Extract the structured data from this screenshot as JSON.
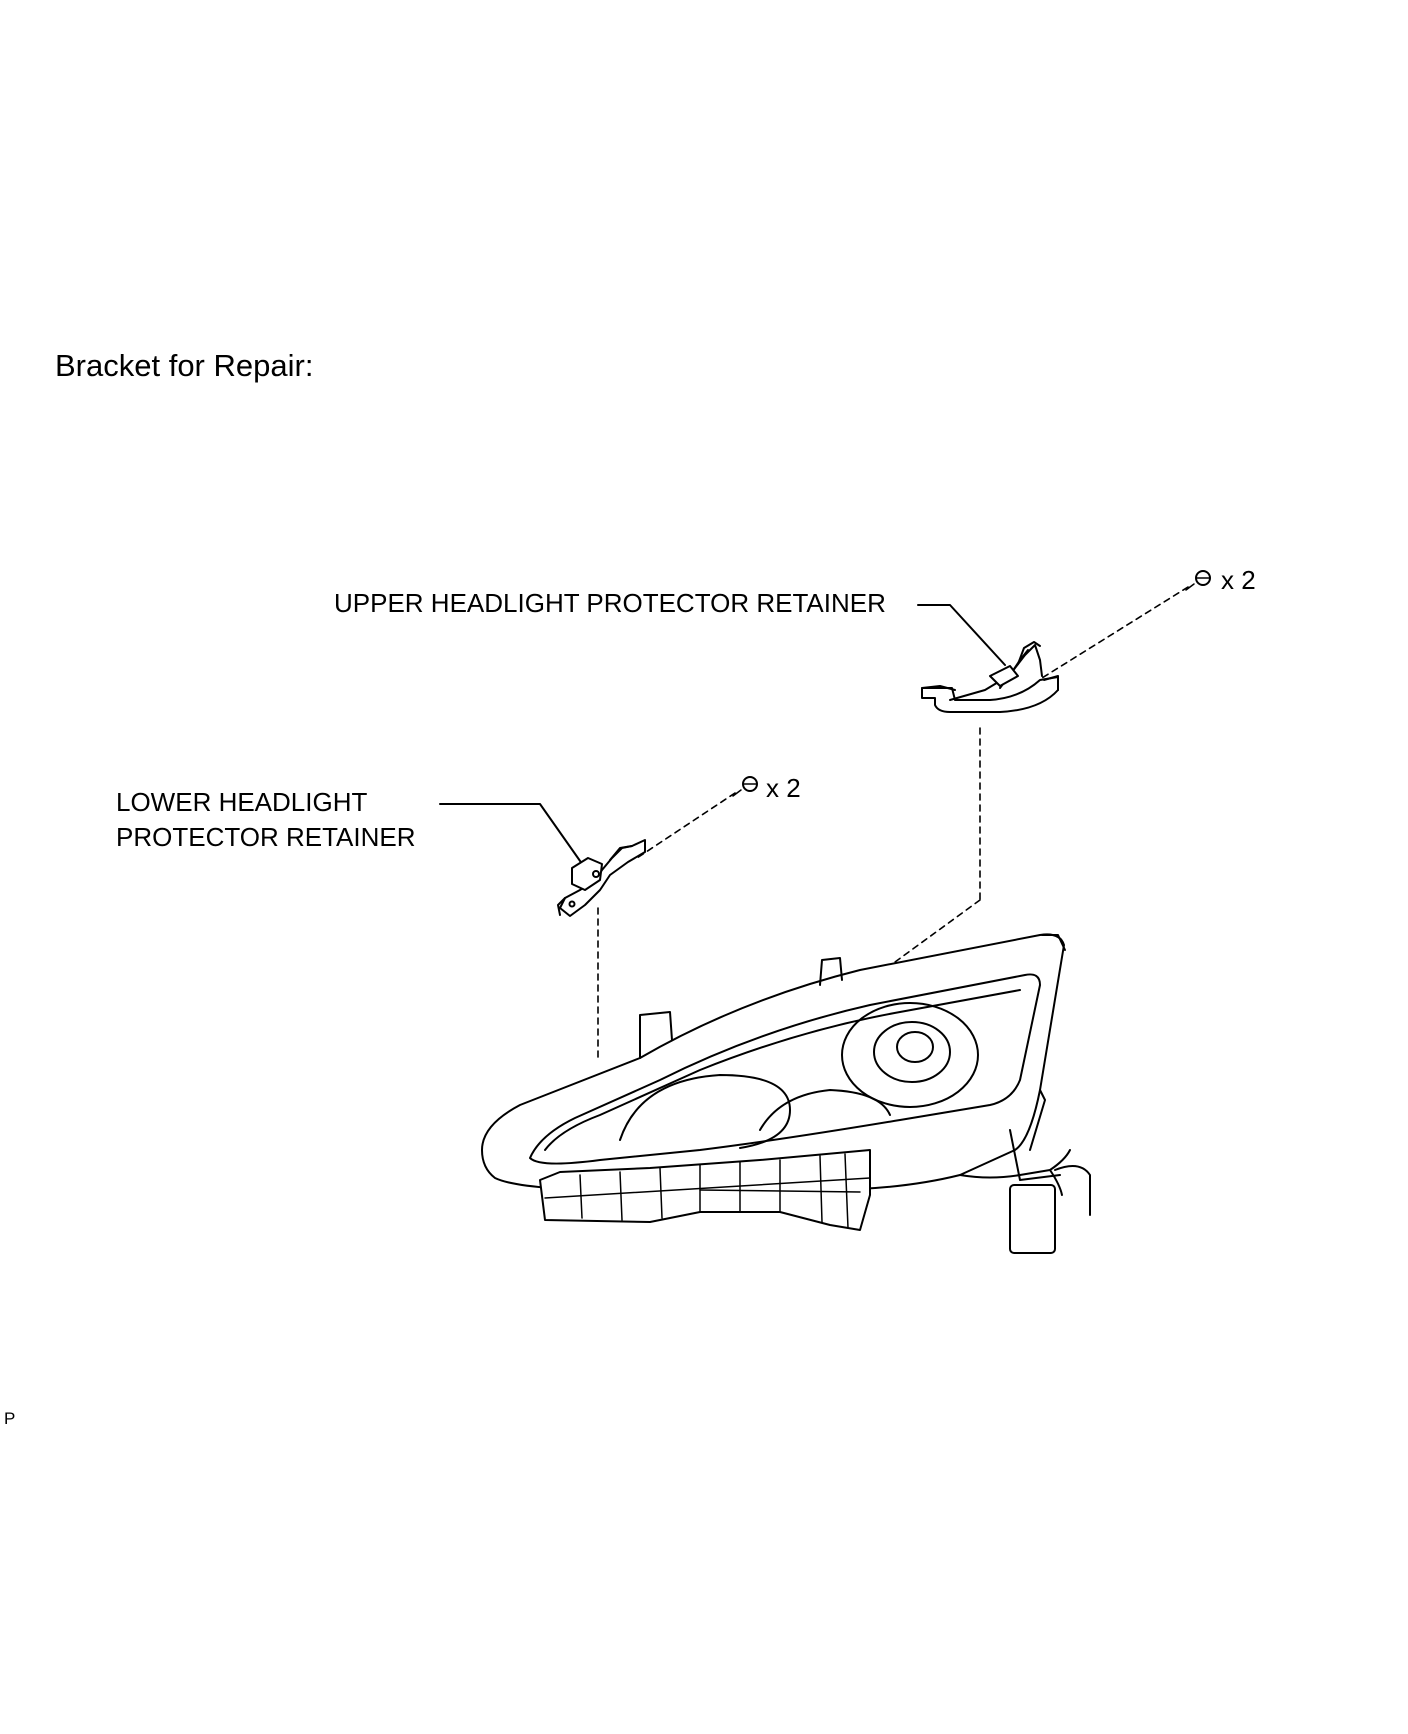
{
  "page": {
    "heading": "Bracket for Repair:",
    "figure_code": "P"
  },
  "callouts": {
    "upper_retainer": {
      "label": "UPPER HEADLIGHT PROTECTOR RETAINER",
      "quantity": "x 2"
    },
    "lower_retainer": {
      "label_line1": "LOWER HEADLIGHT",
      "label_line2": "PROTECTOR RETAINER",
      "quantity": "x 2"
    }
  },
  "icons": {
    "screw": "screw-icon",
    "upper_bracket": "upper-retainer-bracket-icon",
    "lower_bracket": "lower-retainer-bracket-icon",
    "headlight": "headlight-assembly-icon"
  }
}
